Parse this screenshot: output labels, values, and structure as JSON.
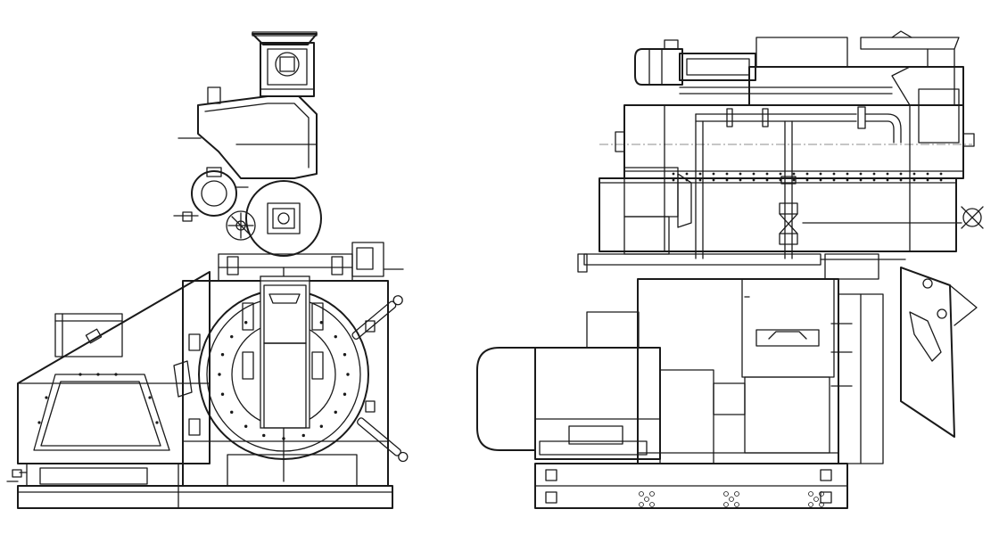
{
  "drawing": {
    "line_color": "#1a1a1a",
    "background": "#ffffff",
    "views": [
      {
        "id": "front-view",
        "components": [
          "feeder-hopper",
          "feeder-motor",
          "conditioner",
          "upper-handwheel",
          "pellet-die-housing",
          "door-handle",
          "door-clamp-bolts",
          "gearbox-cover",
          "oil-tank",
          "base-frame"
        ]
      },
      {
        "id": "side-view",
        "components": [
          "feeder-drive-motor",
          "screw-feeder",
          "conditioner-barrel",
          "steam-pipe",
          "steam-valves",
          "side-handwheel",
          "main-motor",
          "gearbox",
          "base-skid",
          "discharge-chute"
        ]
      }
    ]
  }
}
